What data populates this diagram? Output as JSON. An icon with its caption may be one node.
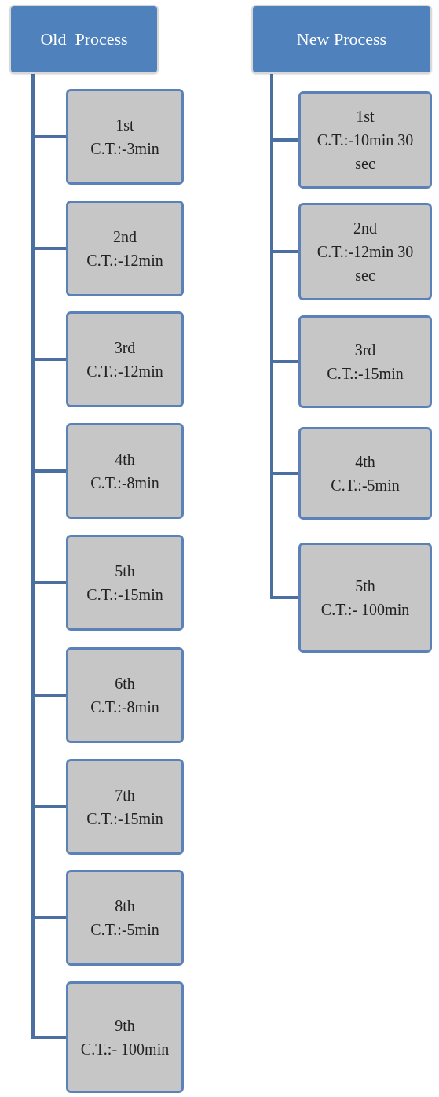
{
  "diagram": {
    "nodes": [
      {
        "text": [
          "Old  Process"
        ]
      },
      {
        "text": [
          "1st",
          "C.T.:-3min"
        ]
      },
      {
        "text": [
          "2nd",
          "C.T.:-12min"
        ]
      },
      {
        "text": [
          "3rd",
          "C.T.:-12min"
        ]
      },
      {
        "text": [
          "4th",
          "C.T.:-8min"
        ]
      },
      {
        "text": [
          "5th",
          "C.T.:-15min"
        ]
      },
      {
        "text": [
          "6th",
          "C.T.:-8min"
        ]
      },
      {
        "text": [
          "7th",
          "C.T.:-15min"
        ]
      },
      {
        "text": [
          "8th",
          "C.T.:-5min"
        ]
      },
      {
        "text": [
          "9th",
          "C.T.:- 100min"
        ]
      },
      {
        "text": [
          "New Process"
        ]
      },
      {
        "text": [
          "1st",
          "C.T.:-10min 30 sec"
        ]
      },
      {
        "text": [
          "2nd",
          "C.T.:-12min 30 sec"
        ]
      },
      {
        "text": [
          "3rd",
          "C.T.:-15min"
        ]
      },
      {
        "text": [
          "4th",
          "C.T.:-5min"
        ]
      },
      {
        "text": [
          "5th",
          "C.T.:- 100min"
        ]
      }
    ],
    "edges": [
      {
        "from": 0,
        "to": 1,
        "arrow": "none"
      },
      {
        "from": 0,
        "to": 2,
        "arrow": "none"
      },
      {
        "from": 0,
        "to": 3,
        "arrow": "none"
      },
      {
        "from": 0,
        "to": 4,
        "arrow": "none"
      },
      {
        "from": 0,
        "to": 5,
        "arrow": "none"
      },
      {
        "from": 0,
        "to": 6,
        "arrow": "none"
      },
      {
        "from": 0,
        "to": 7,
        "arrow": "none"
      },
      {
        "from": 0,
        "to": 8,
        "arrow": "none"
      },
      {
        "from": 0,
        "to": 9,
        "arrow": "none"
      },
      {
        "from": 10,
        "to": 11,
        "arrow": "none"
      },
      {
        "from": 10,
        "to": 12,
        "arrow": "none"
      },
      {
        "from": 10,
        "to": 13,
        "arrow": "none"
      },
      {
        "from": 10,
        "to": 14,
        "arrow": "none"
      },
      {
        "from": 10,
        "to": 15,
        "arrow": "none"
      }
    ]
  }
}
